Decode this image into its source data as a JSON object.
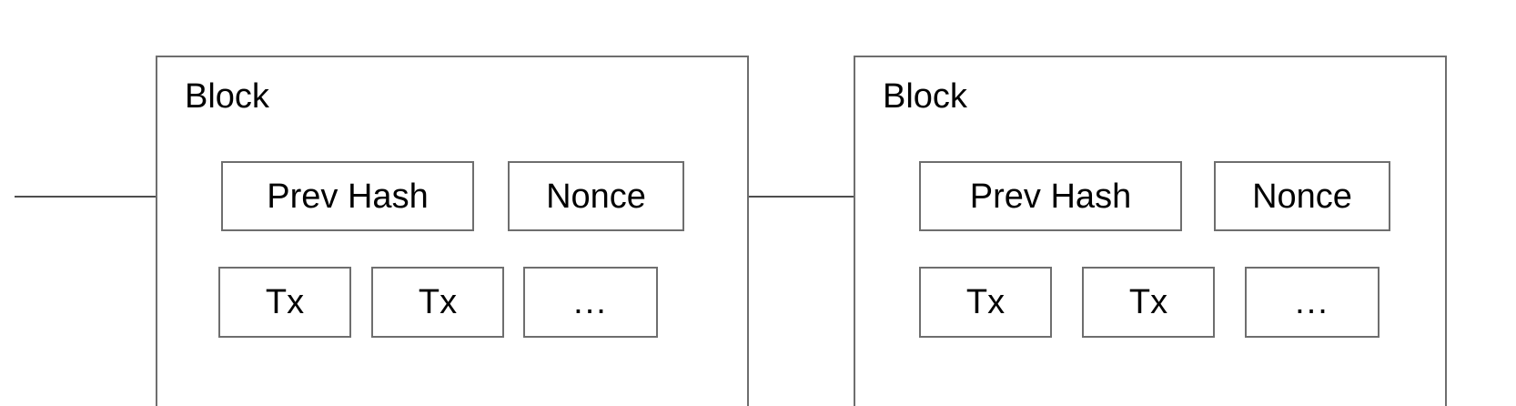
{
  "diagram": {
    "title": "Blockchain block chain diagram",
    "background_color": "#ffffff",
    "border_color": "#6e6e6e",
    "line_color": "#4d4d4d",
    "arrow_color": "#000000",
    "text_color": "#000000"
  },
  "blocks": [
    {
      "id": "block-1",
      "title": "Block",
      "header_fields": [
        {
          "id": "prev-hash",
          "label": "Prev Hash"
        },
        {
          "id": "nonce",
          "label": "Nonce"
        }
      ],
      "tx_fields": [
        {
          "id": "tx-1",
          "label": "Tx"
        },
        {
          "id": "tx-2",
          "label": "Tx"
        },
        {
          "id": "tx-more",
          "label": "..."
        }
      ]
    },
    {
      "id": "block-2",
      "title": "Block",
      "header_fields": [
        {
          "id": "prev-hash",
          "label": "Prev Hash"
        },
        {
          "id": "nonce",
          "label": "Nonce"
        }
      ],
      "tx_fields": [
        {
          "id": "tx-1",
          "label": "Tx"
        },
        {
          "id": "tx-2",
          "label": "Tx"
        },
        {
          "id": "tx-more",
          "label": "..."
        }
      ]
    }
  ],
  "connectors": [
    {
      "id": "incoming-to-block-1",
      "from": "previous-block",
      "to": "block-1-prev-hash"
    },
    {
      "id": "block-1-to-block-2",
      "from": "block-1",
      "to": "block-2-prev-hash"
    }
  ]
}
